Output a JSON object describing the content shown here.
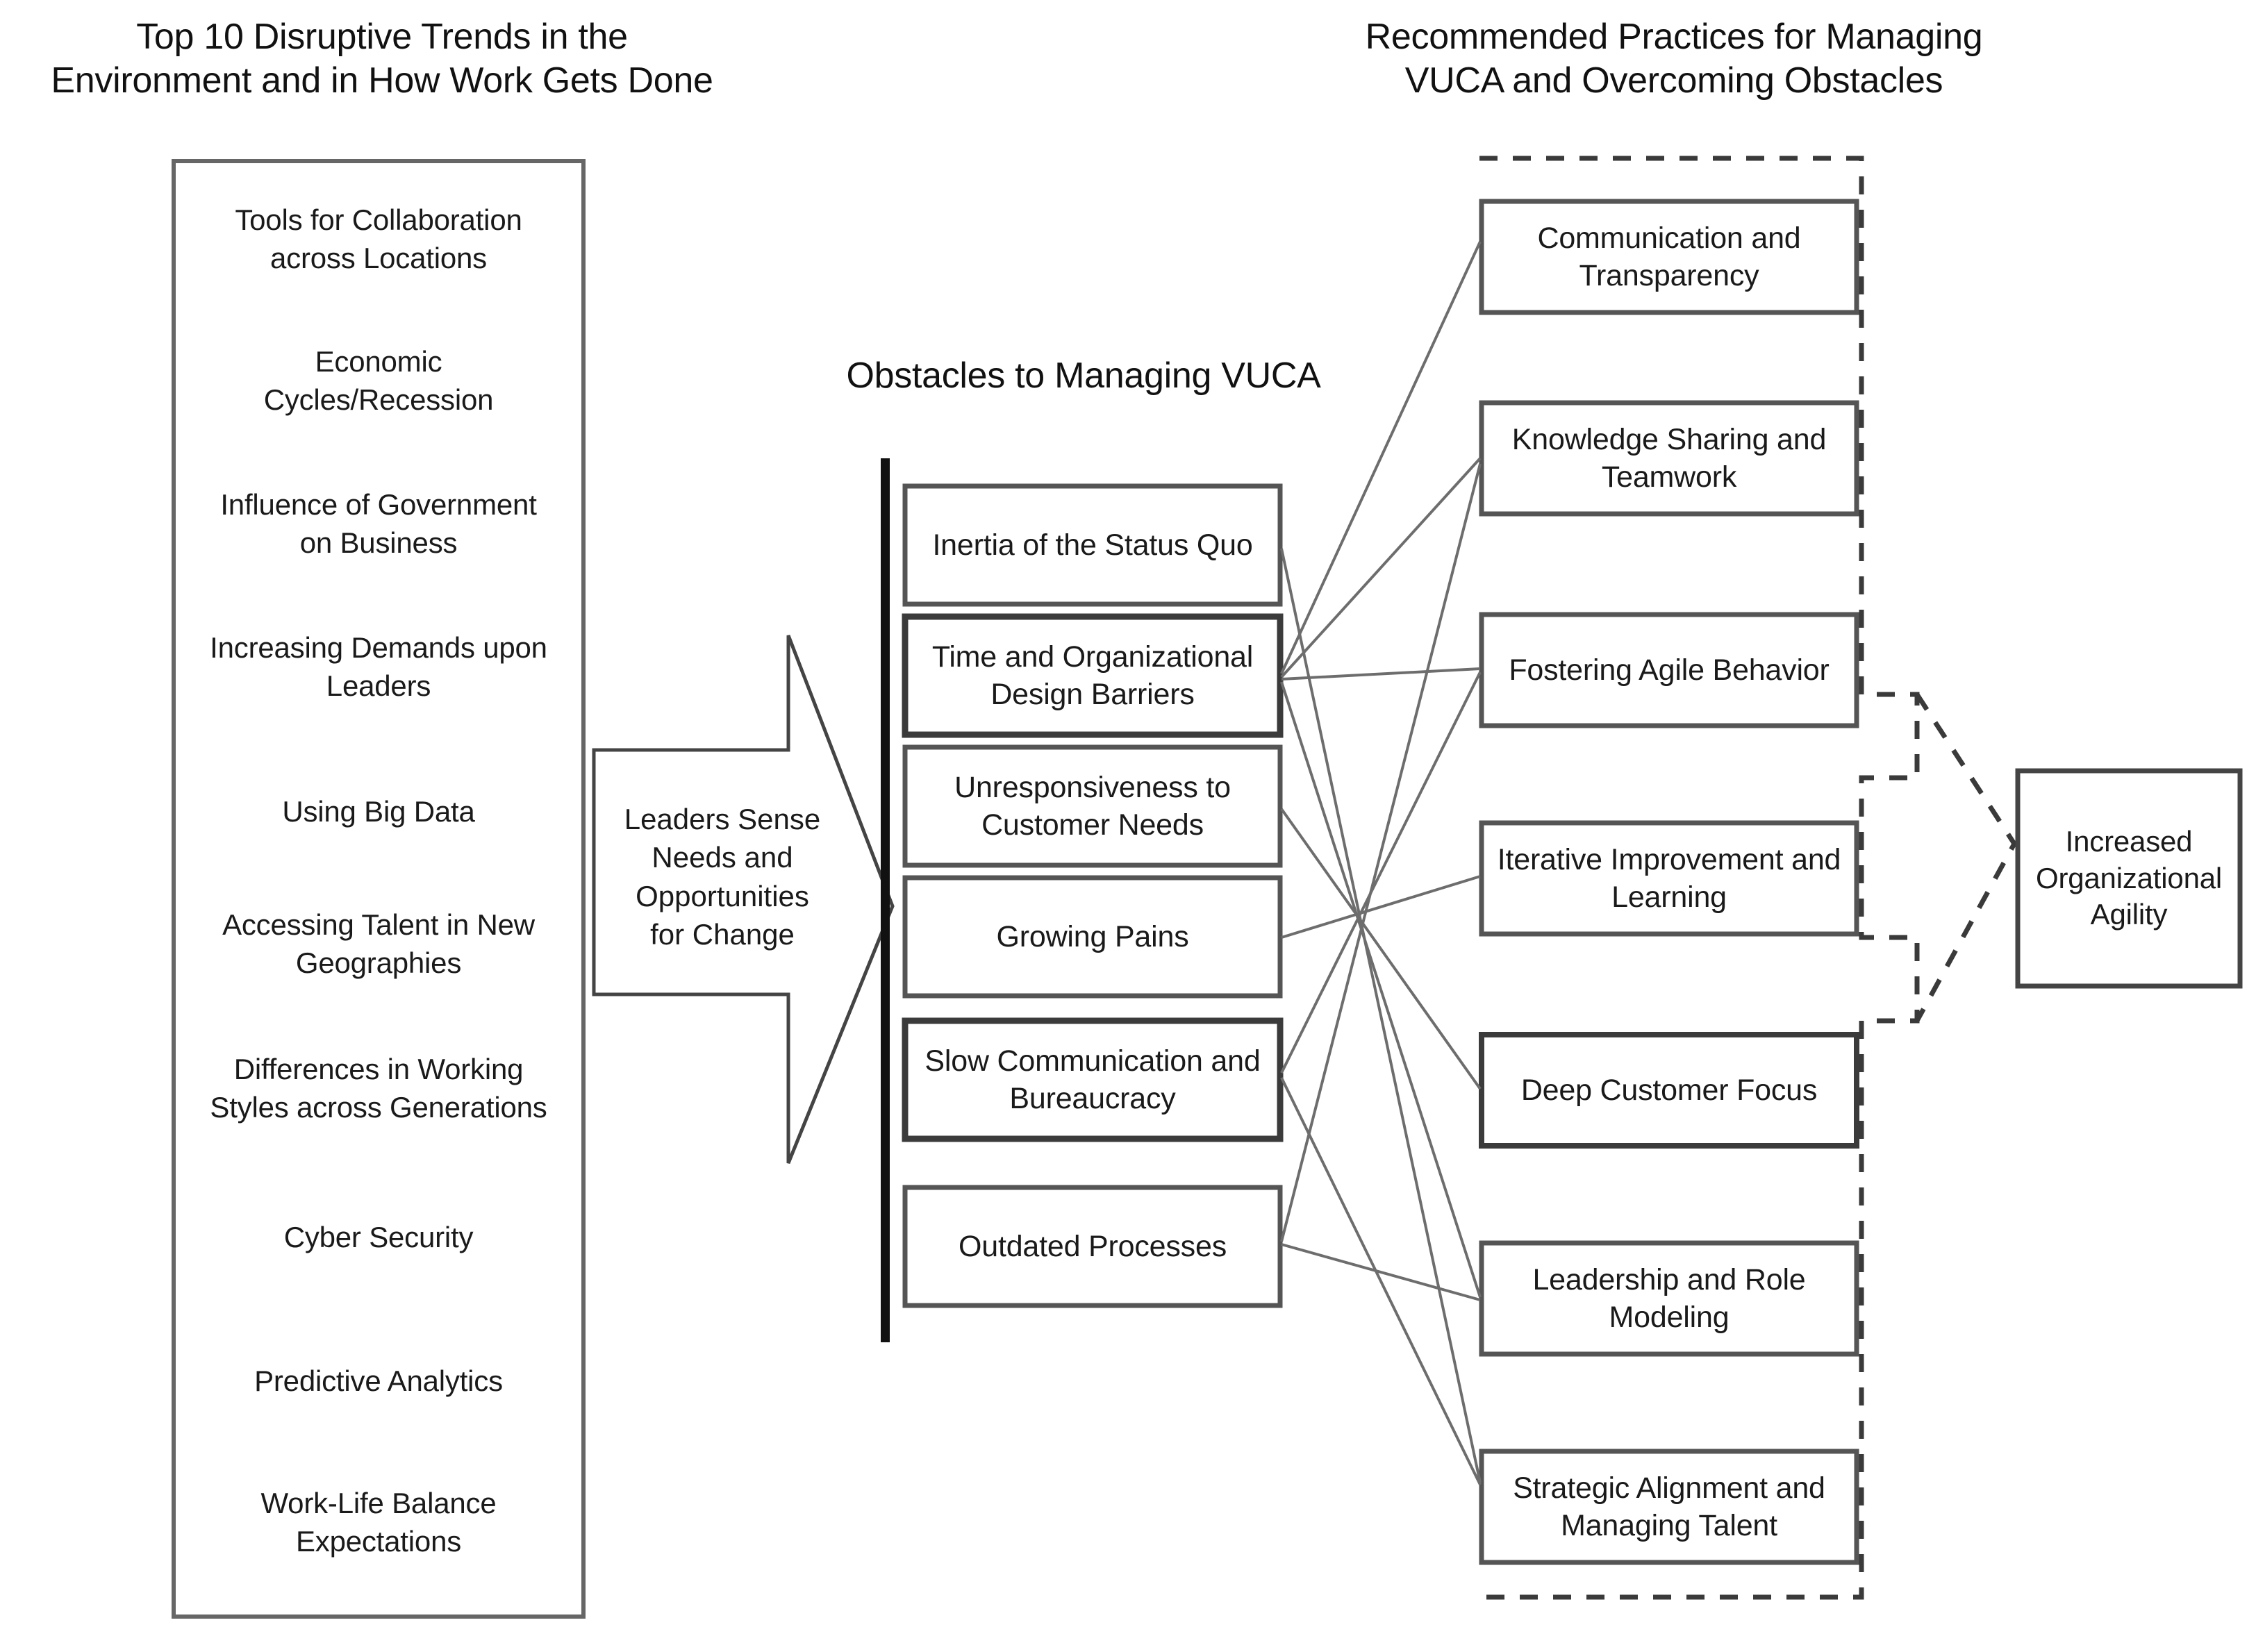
{
  "headers": {
    "left": "Top 10 Disruptive Trends in the\nEnvironment and in How Work Gets Done",
    "middle": "Obstacles to Managing VUCA",
    "right": "Recommended Practices for Managing\nVUCA and Overcoming Obstacles"
  },
  "trends": [
    {
      "label": "Tools for Collaboration\nacross Locations"
    },
    {
      "label": "Economic\nCycles/Recession"
    },
    {
      "label": "Influence of Government\non Business"
    },
    {
      "label": "Increasing Demands upon\nLeaders"
    },
    {
      "label": "Using Big Data"
    },
    {
      "label": "Accessing Talent in New\nGeographies"
    },
    {
      "label": "Differences in Working\nStyles across Generations"
    },
    {
      "label": "Cyber Security"
    },
    {
      "label": "Predictive Analytics"
    },
    {
      "label": "Work-Life Balance\nExpectations"
    }
  ],
  "arrow": {
    "label": "Leaders Sense\nNeeds and\nOpportunities\nfor Change"
  },
  "obstacles": [
    {
      "label": "Inertia of the Status Quo"
    },
    {
      "label": "Time and Organizational\nDesign Barriers"
    },
    {
      "label": "Unresponsiveness to\nCustomer Needs"
    },
    {
      "label": "Growing Pains"
    },
    {
      "label": "Slow Communication and\nBureaucracy"
    },
    {
      "label": "Outdated Processes"
    }
  ],
  "practices": [
    {
      "label": "Communication and\nTransparency"
    },
    {
      "label": "Knowledge Sharing and\nTeamwork"
    },
    {
      "label": "Fostering Agile Behavior"
    },
    {
      "label": "Iterative Improvement and\nLearning"
    },
    {
      "label": "Deep Customer Focus"
    },
    {
      "label": "Leadership and Role\nModeling"
    },
    {
      "label": "Strategic Alignment and\nManaging Talent"
    }
  ],
  "outcome": {
    "label": "Increased\nOrganizational\nAgility"
  },
  "colors": {
    "stroke": "#555555",
    "stroke_dark": "#333333",
    "text": "#1a1a1a",
    "background": "#ffffff",
    "connector": "#6a6a6a"
  }
}
